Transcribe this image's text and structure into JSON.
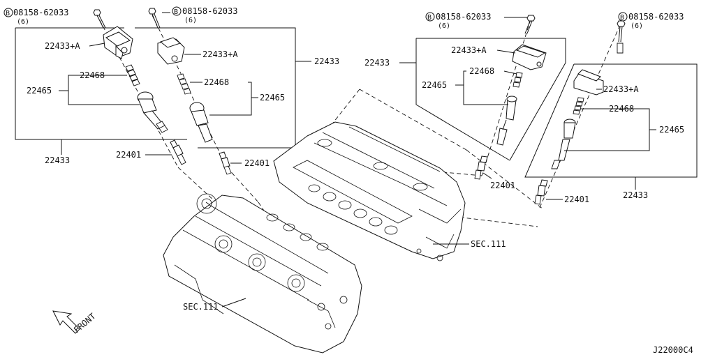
{
  "labels": {
    "bolt_1": "08158-62033",
    "bolt_1_qty": "(6)",
    "bolt_2": "08158-62033",
    "bolt_2_qty": "(6)",
    "bolt_3": "08158-62033",
    "bolt_3_qty": "(6)",
    "bolt_4": "08158-62033",
    "bolt_4_qty": "(6)",
    "b_symbol": "B",
    "coil_a_1": "22433+A",
    "coil_a_2": "22433+A",
    "coil_a_3": "22433+A",
    "coil_a_4": "22433+A",
    "spring_1": "22468",
    "spring_2": "22468",
    "spring_3": "22468",
    "spring_4": "22468",
    "boot_1": "22465",
    "boot_2": "22465",
    "boot_3": "22465",
    "boot_4": "22465",
    "coil_asm_1": "22433",
    "coil_asm_2": "22433",
    "coil_asm_3": "22433",
    "coil_asm_4": "22433",
    "plug_1": "22401",
    "plug_2": "22401",
    "plug_3": "22401",
    "plug_4": "22401",
    "sec_1": "SEC.111",
    "sec_2": "SEC.111",
    "front": "FRONT",
    "diagram_code": "J22000C4"
  }
}
